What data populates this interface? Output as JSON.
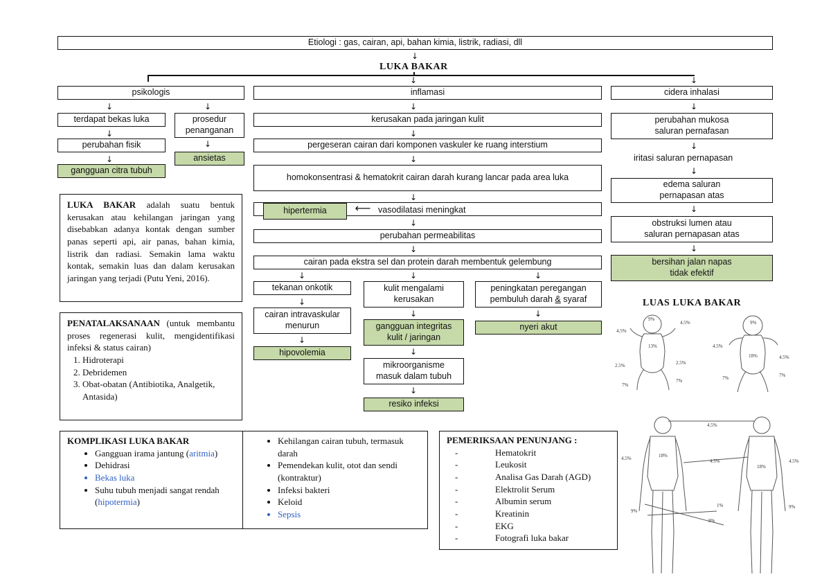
{
  "etiologi": "Etiologi : gas, cairan, api, bahan kimia, listrik, radiasi, dll",
  "main_title": "LUKA BAKAR",
  "branches": {
    "psikologis": "psikologis",
    "inflamasi": "inflamasi",
    "inhalasi": "cidera inhalasi"
  },
  "psiko": {
    "bekas_luka": "terdapat bekas luka",
    "perubahan_fisik": "perubahan fisik",
    "citra_tubuh": "gangguan citra tubuh",
    "prosedur": "prosedur penanganan",
    "ansietas": "ansietas"
  },
  "inflam": {
    "kerusakan": "kerusakan pada jaringan kulit",
    "pergeseran": "pergeseran cairan dari komponen vaskuler ke ruang interstium",
    "homokonsentrasi": "homokonsentrasi & hematokrit cairan darah kurang lancar pada area luka",
    "hipertermia": "hipertermia",
    "vasodilatasi": "vasodilatasi meningkat",
    "permeabilitas": "perubahan permeabilitas",
    "gelembung": "cairan pada ekstra sel dan protein darah membentuk gelembung",
    "onkotik": "tekanan onkotik",
    "intravaskular_1": "cairan intravaskular",
    "intravaskular_2": "menurun",
    "hipovolemia": "hipovolemia",
    "kulit_rusak_1": "kulit mengalami",
    "kulit_rusak_2": "kerusakan",
    "integritas_1": "gangguan integritas",
    "integritas_2": "kulit / jaringan",
    "mikro_1": "mikroorganisme",
    "mikro_2": "masuk dalam tubuh",
    "resiko_infeksi": "resiko infeksi",
    "peregangan_1": "peningkatan peregangan",
    "peregangan_2a": "pembuluh darah ",
    "peregangan_amp": "&",
    "peregangan_2b": " syaraf",
    "nyeri": "nyeri akut"
  },
  "inhal": {
    "mukosa_1": "perubahan mukosa",
    "mukosa_2": "saluran pernafasan",
    "iritasi": "iritasi saluran pernapasan",
    "edema_1": "edema saluran",
    "edema_2": "pernapasan atas",
    "obstruksi_1": "obstruksi lumen atau",
    "obstruksi_2": "saluran pernapasan atas",
    "bersihan_1": "bersihan jalan napas",
    "bersihan_2": "tidak efektif"
  },
  "definition": {
    "term": "LUKA BAKAR",
    "text": " adalah suatu bentuk kerusakan atau kehilangan jaringan yang disebabkan adanya kontak dengan sumber panas seperti api, air panas, bahan kimia, listrik dan radiasi. Semakin lama waktu kontak, semakin luas dan dalam kerusakan jaringan yang terjadi (Putu Yeni, 2016)."
  },
  "penatalaksanaan": {
    "title": "PENATALAKSANAAN",
    "intro": " (untuk membantu proses regenerasi kulit, mengidentifikasi infeksi & status cairan)",
    "items": [
      "Hidroterapi",
      "Debridemen",
      "Obat-obatan (Antibiotika, Analgetik, Antasida)"
    ]
  },
  "komplikasi": {
    "title": "KOMPLIKASI LUKA BAKAR",
    "left": {
      "i1a": "Gangguan irama jantung (",
      "i1b": "aritmia",
      "i1c": ")",
      "i2": "Dehidrasi",
      "i3": "Bekas luka",
      "i4a": "Suhu tubuh menjadi sangat rendah (",
      "i4b": "hipotermia",
      "i4c": ")"
    },
    "right": [
      "Kehilangan cairan tubuh, termasuk darah",
      "Pemendekan kulit, otot dan sendi (kontraktur)",
      "Infeksi bakteri",
      "Keloid",
      "Sepsis"
    ]
  },
  "pemeriksaan": {
    "title": "PEMERIKSAAN PENUNJANG :",
    "items": [
      "Hematokrit",
      "Leukosit",
      "Analisa Gas Darah (AGD)",
      "Elektrolit Serum",
      "Albumin serum",
      "Kreatinin",
      "EKG",
      "Fotografi luka bakar"
    ]
  },
  "luas": {
    "title": "LUAS LUKA BAKAR",
    "infant_front": {
      "head": "9%",
      "arm_l": "4.5%",
      "arm_r": "4.5%",
      "trunk": "13%",
      "thigh_l": "2.5%",
      "thigh_r": "2.5%",
      "leg_l": "7%",
      "leg_r": "7%"
    },
    "infant_back": {
      "head": "9%",
      "arm_l": "4.5%",
      "arm_r": "4.5%",
      "trunk": "18%",
      "leg_l": "7%",
      "leg_r": "7%"
    },
    "adult": {
      "head": "4.5%",
      "trunk_front": "18%",
      "trunk_back": "18%",
      "arm_l": "4.5%",
      "arm_m": "4.5%",
      "arm_r": "4.5%",
      "groin": "1%",
      "leg_l": "9%",
      "leg_m": "9%",
      "leg_r": "9%"
    }
  },
  "colors": {
    "green_fill": "#c6d9a8",
    "link_blue": "#2f5fc4",
    "border": "#111111"
  }
}
